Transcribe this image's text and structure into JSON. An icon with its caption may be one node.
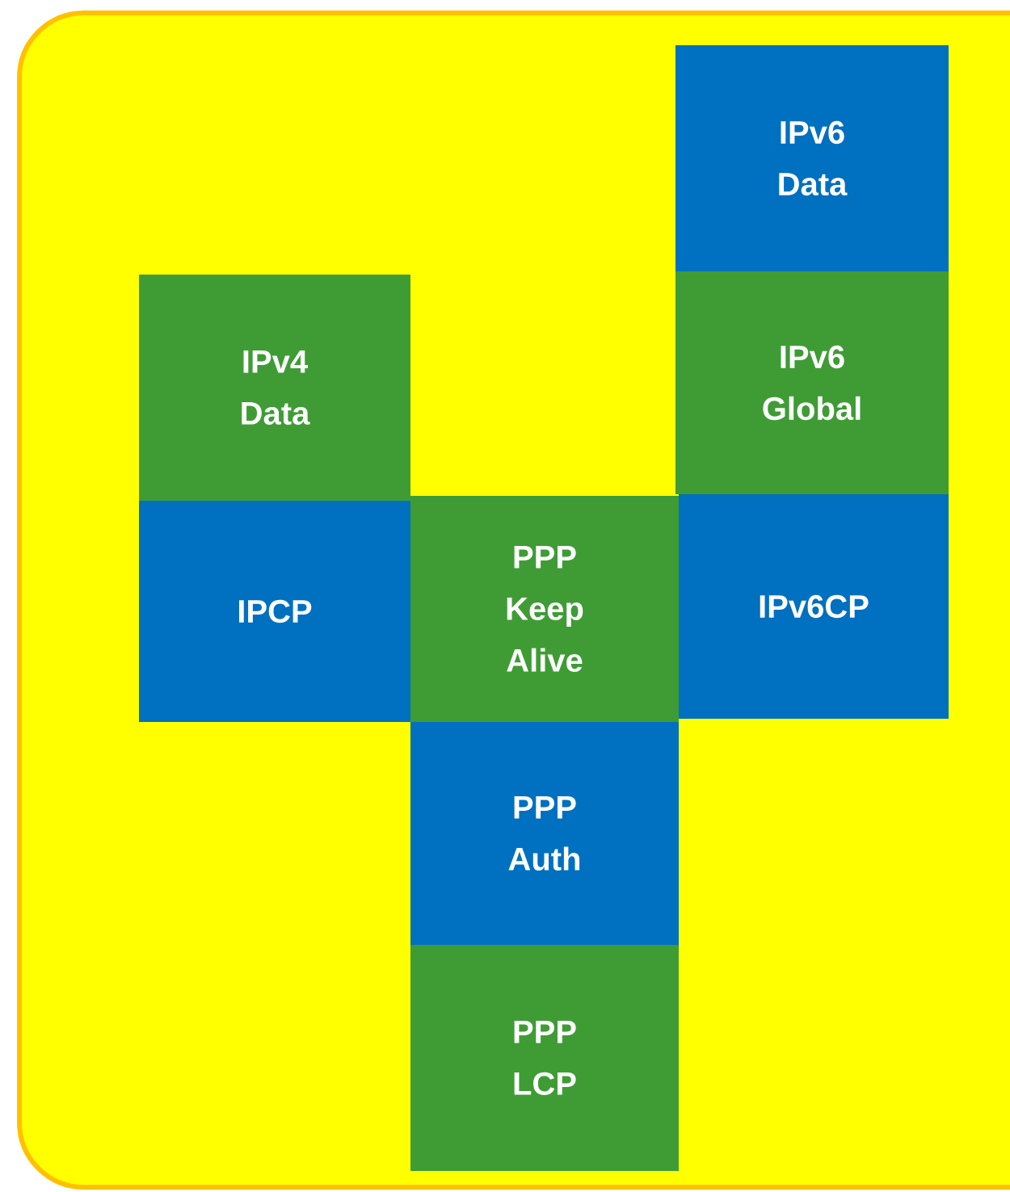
{
  "diagram": {
    "nodes": [
      {
        "text": [
          "IPv6 Data"
        ]
      },
      {
        "text": [
          "IPv4 Data"
        ]
      },
      {
        "text": [
          "IPv6 Global"
        ]
      },
      {
        "text": [
          "IPCP"
        ]
      },
      {
        "text": [
          "PPP Keep Alive"
        ]
      },
      {
        "text": [
          "IPv6CP"
        ]
      },
      {
        "text": [
          "PPP Auth"
        ]
      },
      {
        "text": [
          "PPP LCP"
        ]
      }
    ]
  }
}
